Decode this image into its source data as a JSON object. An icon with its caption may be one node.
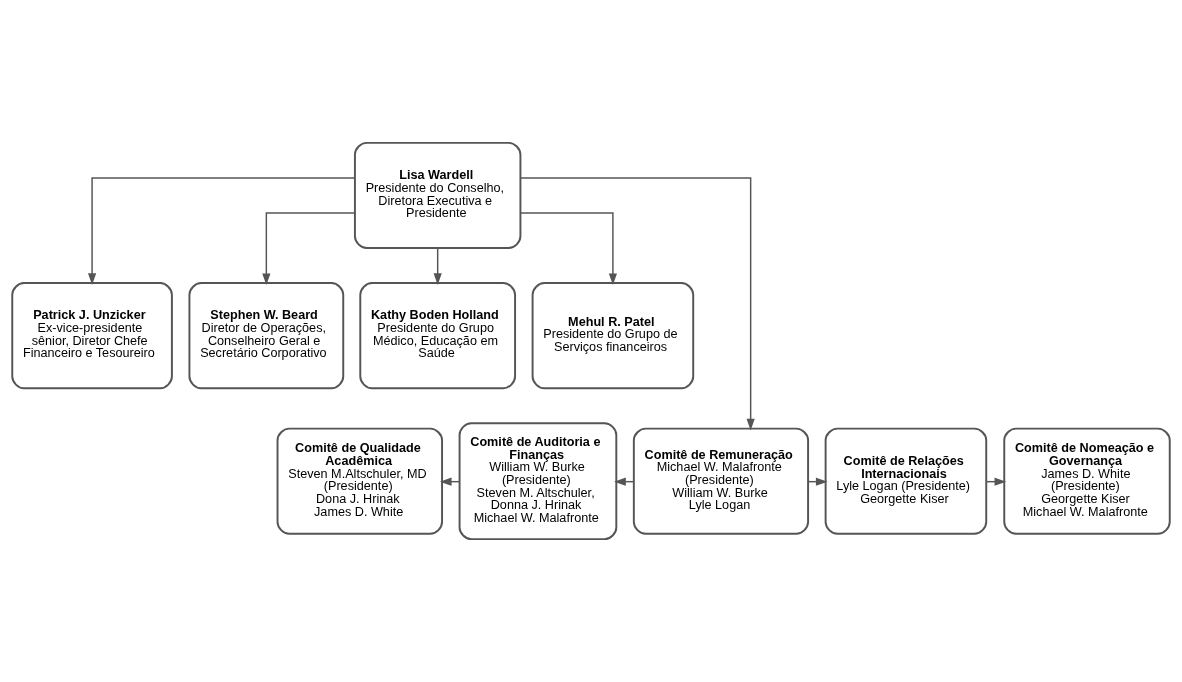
{
  "diagram": {
    "nodes": [
      {
        "text": [
          "Lisa Wardell",
          "Presidente do Conselho, Diretora Executiva e Presidente"
        ]
      },
      {
        "text": [
          "Patrick J. Unzicker",
          "Ex-vice-presidente sênior, Diretor Chefe Financeiro e Tesoureiro"
        ]
      },
      {
        "text": [
          "Stephen W. Beard",
          "Diretor de Operações, Conselheiro Geral e Secretário Corporativo"
        ]
      },
      {
        "text": [
          "Kathy Boden Holland",
          "Presidente do Grupo Médico, Educação em Saúde"
        ]
      },
      {
        "text": [
          "Mehul R. Patel",
          "Presidente do Grupo de Serviços financeiros"
        ]
      },
      {
        "text": [
          "Comitê de Qualidade Acadêmica",
          "Steven M.Altschuler, MD (Presidente)",
          "Dona J. Hrinak",
          "James D. White"
        ]
      },
      {
        "text": [
          "Comitê de Auditoria e Finanças",
          "William W. Burke (Presidente)",
          "Steven M. Altschuler, Donna J. Hrinak",
          "Michael W. Malafronte"
        ]
      },
      {
        "text": [
          "Comitê de Remuneração",
          "Michael W. Malafronte (Presidente)",
          "William W. Burke",
          "Lyle Logan"
        ]
      },
      {
        "text": [
          "Comitê de Relações Internacionais",
          "Lyle Logan (Presidente)",
          "Georgette Kiser"
        ]
      },
      {
        "text": [
          "Comitê de Nomeação e Governança",
          "James D. White (Presidente)",
          "Georgette Kiser",
          "Michael W. Malafronte"
        ]
      }
    ],
    "edges": [
      {
        "from": 0,
        "to": 1,
        "arrow": "to"
      },
      {
        "from": 0,
        "to": 2,
        "arrow": "to"
      },
      {
        "from": 0,
        "to": 3,
        "arrow": "to"
      },
      {
        "from": 0,
        "to": 4,
        "arrow": "to"
      },
      {
        "from": 0,
        "to": 7,
        "arrow": "to"
      },
      {
        "from": 7,
        "to": 6,
        "arrow": "to"
      },
      {
        "from": 6,
        "to": 5,
        "arrow": "to"
      },
      {
        "from": 7,
        "to": 8,
        "arrow": "to"
      },
      {
        "from": 8,
        "to": 9,
        "arrow": "to"
      }
    ]
  }
}
